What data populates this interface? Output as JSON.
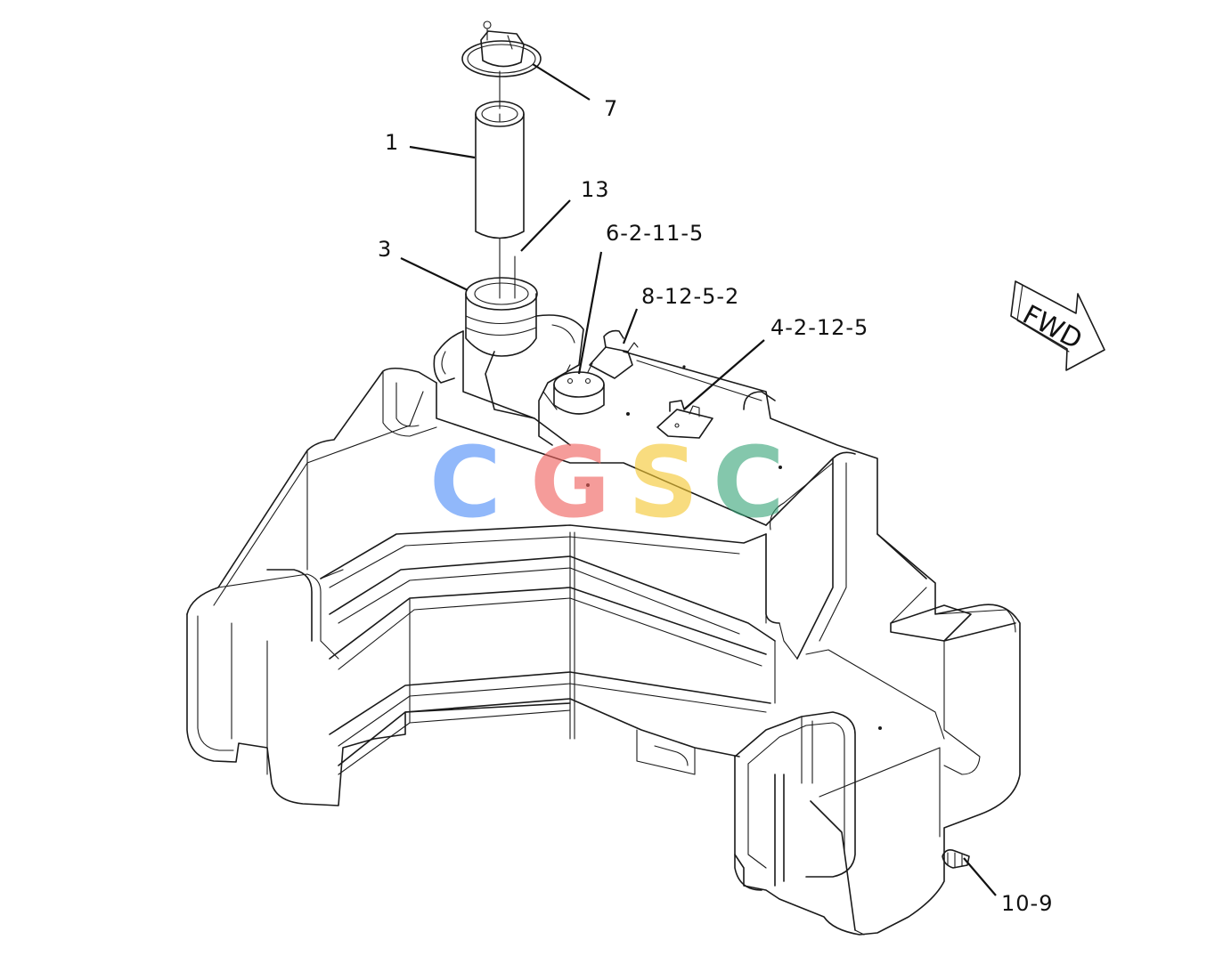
{
  "callouts": {
    "c7": "7",
    "c1": "1",
    "c13": "13",
    "c3": "3",
    "c6": "6-2-11-5",
    "c8": "8-12-5-2",
    "c4": "4-2-12-5",
    "c10": "10-9"
  },
  "fwd_label": "FWD",
  "watermark": {
    "letters": [
      "C",
      "G",
      "S",
      "C"
    ],
    "colors": [
      "#4f8ef7",
      "#f0615d",
      "#f5c831",
      "#3aa57a"
    ]
  }
}
